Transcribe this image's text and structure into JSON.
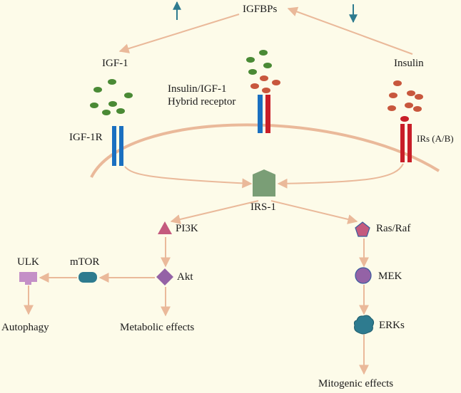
{
  "diagram": {
    "igfbps": "IGFBPs",
    "igf1": "IGF-1",
    "insulin": "Insulin",
    "hybrid_line1": "Insulin/IGF-1",
    "hybrid_line2": "Hybrid receptor",
    "igf1r": "IGF-1R",
    "irs_ab": "IRs (A/B)",
    "irs1": "IRS-1",
    "pi3k": "PI3K",
    "akt": "Akt",
    "mtor": "mTOR",
    "ulk": "ULK",
    "autophagy": "Autophagy",
    "metabolic": "Metabolic effects",
    "rasraf": "Ras/Raf",
    "mek": "MEK",
    "erks": "ERKs",
    "mitogenic": "Mitogenic effects"
  },
  "colors": {
    "background": "#fdfbe9",
    "arrow": "#eab99a",
    "membrane": "#eab99a",
    "igf_dot": "#4a8a35",
    "insulin_dot": "#c8573d",
    "receptor_blue": "#1a6fc0",
    "receptor_red": "#c81e28",
    "irs1": "#7a9e76",
    "pi3k": "#c45a7e",
    "akt": "#9462a6",
    "mtor": "#2e7b8f",
    "ulk": "#c490c7",
    "rasraf": "#c45a7e",
    "mek": "#9462a6",
    "erks": "#2e7b8f",
    "up_arrow": "#2e7b8f"
  }
}
